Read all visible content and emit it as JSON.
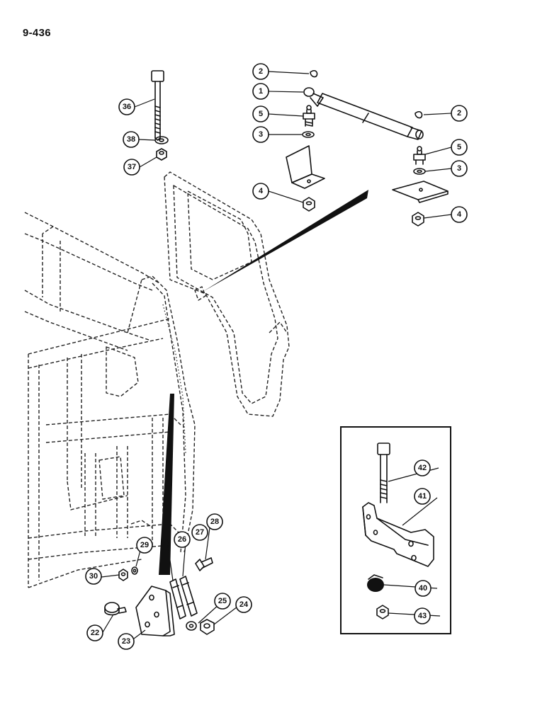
{
  "page": {
    "number": "9-436"
  },
  "callouts": [
    {
      "id": "c1",
      "label": "1"
    },
    {
      "id": "c2a",
      "label": "2"
    },
    {
      "id": "c2b",
      "label": "2"
    },
    {
      "id": "c3a",
      "label": "3"
    },
    {
      "id": "c3b",
      "label": "3"
    },
    {
      "id": "c4a",
      "label": "4"
    },
    {
      "id": "c4b",
      "label": "4"
    },
    {
      "id": "c5a",
      "label": "5"
    },
    {
      "id": "c5b",
      "label": "5"
    },
    {
      "id": "c36",
      "label": "36"
    },
    {
      "id": "c37",
      "label": "37"
    },
    {
      "id": "c38",
      "label": "38"
    },
    {
      "id": "c22",
      "label": "22"
    },
    {
      "id": "c23",
      "label": "23"
    },
    {
      "id": "c24",
      "label": "24"
    },
    {
      "id": "c25",
      "label": "25"
    },
    {
      "id": "c26",
      "label": "26"
    },
    {
      "id": "c27",
      "label": "27"
    },
    {
      "id": "c28",
      "label": "28"
    },
    {
      "id": "c29",
      "label": "29"
    },
    {
      "id": "c30",
      "label": "30"
    },
    {
      "id": "c40",
      "label": "40"
    },
    {
      "id": "c41",
      "label": "41"
    },
    {
      "id": "c42",
      "label": "42"
    },
    {
      "id": "c43",
      "label": "43"
    }
  ]
}
